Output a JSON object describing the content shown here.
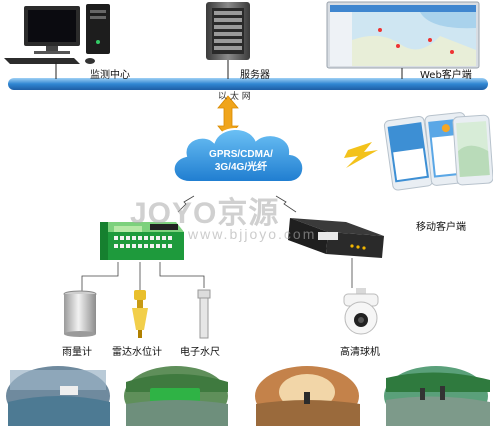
{
  "top_labels": {
    "monitor_center": "监测中心",
    "server": "服务器",
    "web_client": "Web客户端"
  },
  "ethernet_label": "以   太   网",
  "cloud": {
    "line1": "GPRS/CDMA/",
    "line2": "3G/4G/光纤"
  },
  "mobile_client": "移动客户端",
  "watermark": {
    "brand": "JOYO京源",
    "url": "www.bjjoyo.com"
  },
  "sensors": {
    "rain_gauge": "雨量计",
    "radar_level": "雷达水位计",
    "electronic_gauge": "电子水尺",
    "hd_camera": "高清球机"
  },
  "colors": {
    "ethernet": "#3a8fd6",
    "cloud": "#3c9be3",
    "arrow": "#f0a51c",
    "rtu": "#1e9a3c"
  }
}
